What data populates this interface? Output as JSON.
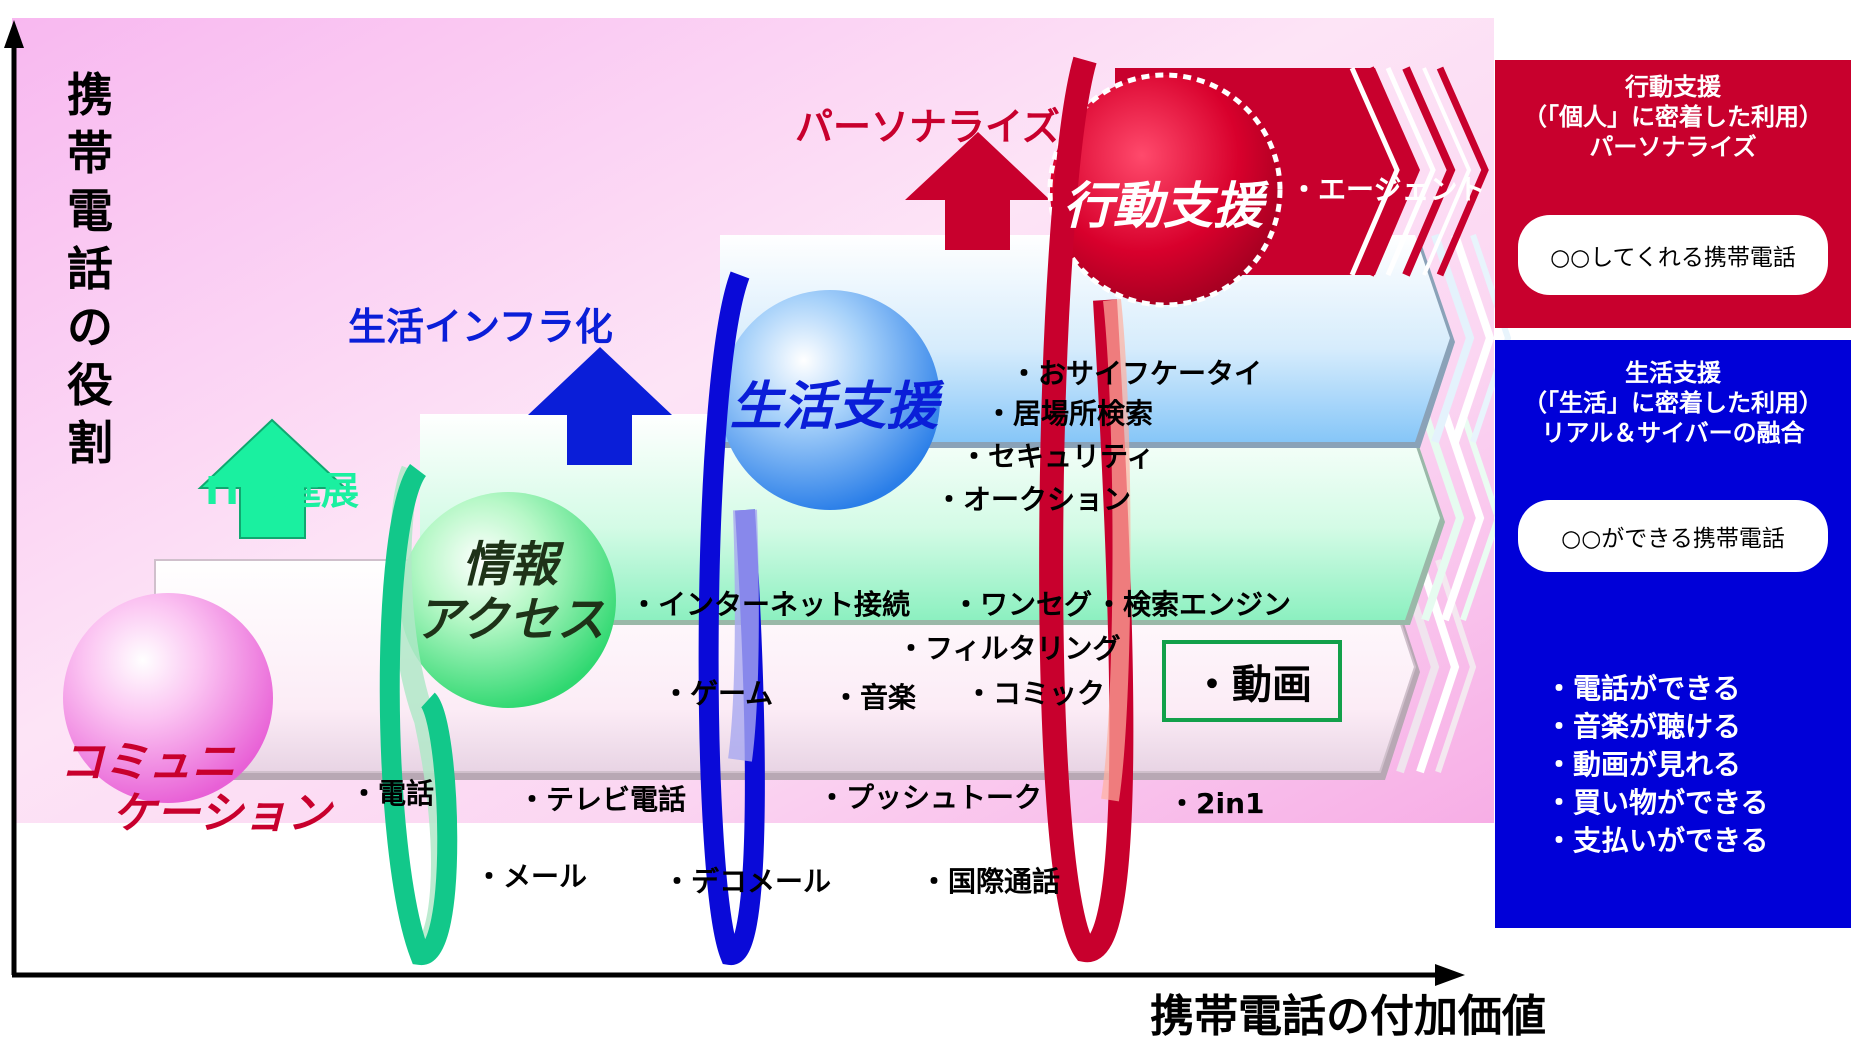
{
  "axes": {
    "y_title": "携帯電話の役割",
    "x_title": "携帯電話の付加価値"
  },
  "arrows": {
    "it": "ITの進展",
    "infra": "生活インフラ化",
    "personalize": "パーソナライズ"
  },
  "stages": {
    "communication": {
      "label_line1": "コミュニ",
      "label_line2": "ケーション",
      "items": [
        "・電話",
        "・テレビ電話",
        "・プッシュトーク",
        "・2in1",
        "・メール",
        "・デコメール",
        "・国際通話"
      ]
    },
    "info": {
      "label_line1": "情報",
      "label_line2": "アクセス",
      "items": [
        "・インターネット接続",
        "・ワンセグ",
        "・検索エンジン",
        "・フィルタリング",
        "・ゲーム",
        "・音楽",
        "・コミック"
      ],
      "highlight": "・動画"
    },
    "life": {
      "label": "生活支援",
      "items": [
        "・おサイフケータイ",
        "・居場所検索",
        "・セキュリティ",
        "・オークション"
      ]
    },
    "action": {
      "label": "行動支援",
      "items": [
        "・エージェント"
      ]
    }
  },
  "panels": {
    "red": {
      "line1": "行動支援",
      "line2": "（「個人」に密着した利用）",
      "line3": "パーソナライズ",
      "pill": "○○してくれる携帯電話"
    },
    "blue": {
      "line1": "生活支援",
      "line2": "（「生活」に密着した利用）",
      "line3": "リアル＆サイバーの融合",
      "pill": "○○ができる携帯電話",
      "list": [
        "・電話ができる",
        "・音楽が聴ける",
        "・動画が見れる",
        "・買い物ができる",
        "・支払いができる"
      ]
    }
  },
  "colors": {
    "red": "#c8002d",
    "blue": "#0000d8",
    "green": "#12c88a",
    "arrow_red": "#c8002d",
    "arrow_blue": "#0a1ed8",
    "arrow_green": "#1ef0a0"
  }
}
